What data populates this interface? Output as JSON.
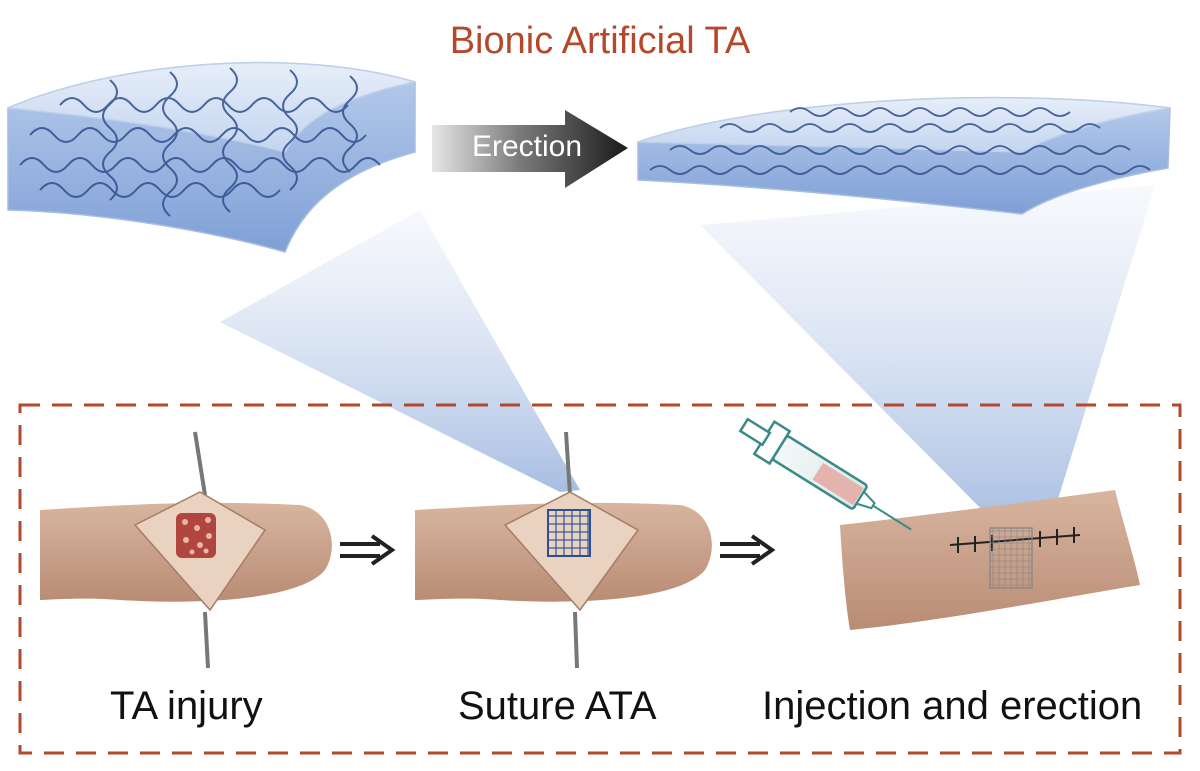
{
  "title": "Bionic Artificial TA",
  "transition_label": "Erection",
  "steps": [
    {
      "label": "TA injury"
    },
    {
      "label": "Suture ATA"
    },
    {
      "label": "Injection and erection"
    }
  ],
  "colors": {
    "title": "#b5482a",
    "dashed_frame": "#b5482a",
    "tissue": "#c9a088",
    "scaffold_blue": "#a9c3e6",
    "arrow_dark": "#1f1f1f"
  }
}
